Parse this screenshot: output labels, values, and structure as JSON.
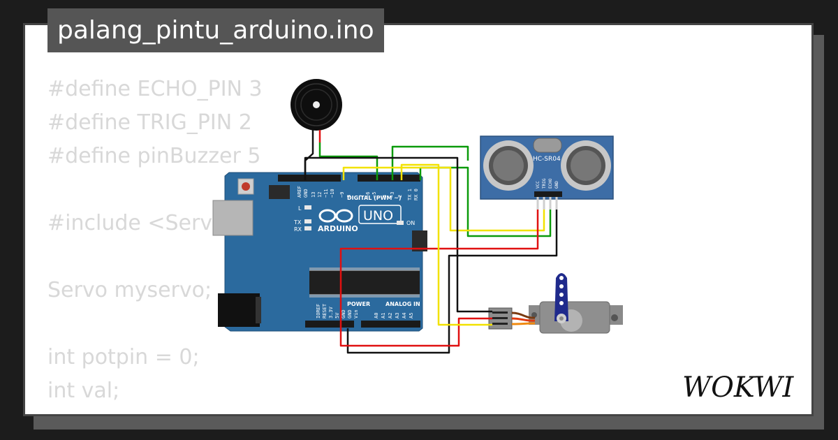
{
  "project": {
    "filename": "palang_pintu_arduino.ino"
  },
  "code_lines": [
    "#define ECHO_PIN 3",
    "#define TRIG_PIN 2",
    "#define pinBuzzer 5",
    "",
    "#include <Servo",
    "",
    "Servo myservo;",
    "",
    "int potpin = 0;",
    "int val;"
  ],
  "arduino": {
    "brand": "ARDUINO",
    "model": "UNO",
    "digital_label": "DIGITAL (PWM ~)",
    "power_label": "POWER",
    "analog_label": "ANALOG IN",
    "on_label": "ON",
    "l_label": "L",
    "tx_label": "TX",
    "rx_label": "RX",
    "top_pins": [
      "AREF",
      "GND",
      "13",
      "12",
      "~11",
      "~10",
      "~9",
      "8",
      "7",
      "~6",
      "~5",
      "4",
      "~3",
      "2",
      "TX 1",
      "RX 0"
    ],
    "power_pins": [
      "IOREF",
      "RESET",
      "3.3V",
      "5V",
      "GND",
      "GND",
      "Vin"
    ],
    "analog_pins": [
      "A0",
      "A1",
      "A2",
      "A3",
      "A4",
      "A5"
    ]
  },
  "sensor": {
    "name": "HC-SR04",
    "pins": [
      "VCC",
      "TRIG",
      "ECHO",
      "GND"
    ]
  },
  "brand": {
    "logo": "WOKWI"
  },
  "colors": {
    "board": "#2b6a9e",
    "wire_black": "#111111",
    "wire_red": "#e01010",
    "wire_green": "#0a9a0a",
    "wire_yellow": "#f2e200",
    "servo_body": "#8a8a8a",
    "servo_horn": "#1f2a8c",
    "sensor_board": "#3d6da6"
  }
}
